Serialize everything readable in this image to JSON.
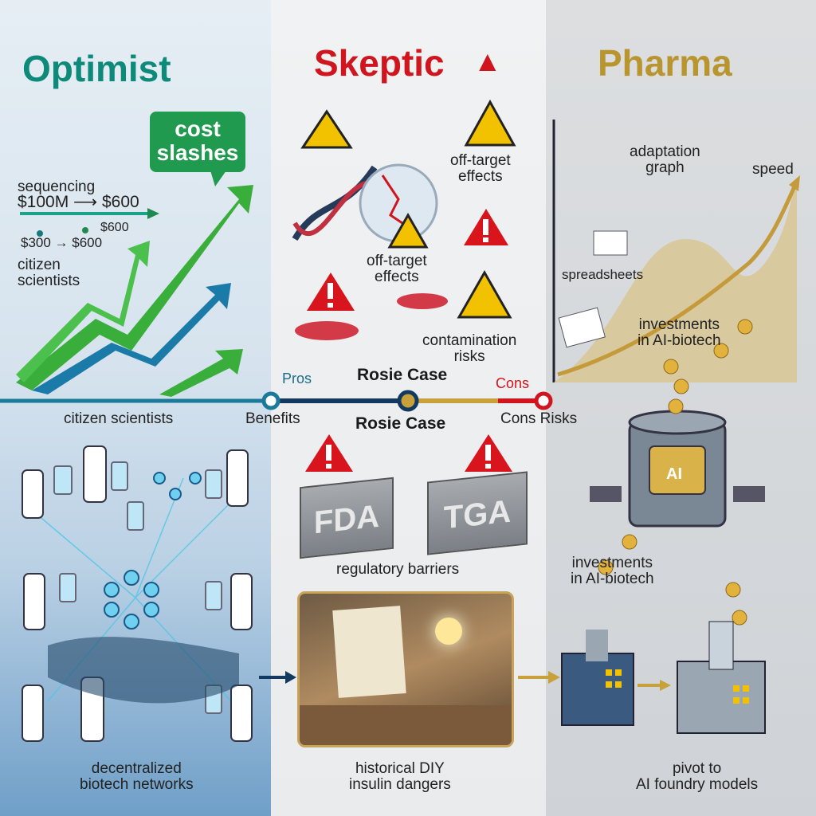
{
  "optimist": {
    "title": "Optimist",
    "bubble": "cost slashes",
    "sequencing": "sequencing",
    "cost_change": "$100M ⟶ $600",
    "price_a": "$600",
    "price_b": "$300 → $600",
    "citizen": "citizen\nscientists",
    "citizen_bottom": "citizen scientists",
    "bottom": "decentralized\nbiotech networks"
  },
  "skeptic": {
    "title": "Skeptic",
    "offtarget1": "off-target\neffects",
    "offtarget2": "off-target\neffects",
    "contamination": "contamination\nrisks",
    "fda": "FDA",
    "tga": "TGA",
    "regulatory": "regulatory barriers",
    "bottom": "historical DIY\ninsulin dangers"
  },
  "pharma": {
    "title": "Pharma",
    "graph": "adaptation\ngraph",
    "speed": "speed",
    "spreadsheets": "spreadsheets",
    "invest1": "investments\nin AI-biotech",
    "invest2": "investments\nin AI-biotech",
    "ai": "AI",
    "bottom": "pivot to\nAI foundry models"
  },
  "timeline": {
    "pros": "Pros",
    "rosie_top": "Rosie Case",
    "cons": "Cons",
    "benefits": "Benefits",
    "rosie_bottom": "Rosie Case",
    "cons_risks": "Cons Risks"
  },
  "colors": {
    "optimist": "#0e8a7a",
    "skeptic": "#d0151e",
    "pharma": "#b8952e"
  }
}
